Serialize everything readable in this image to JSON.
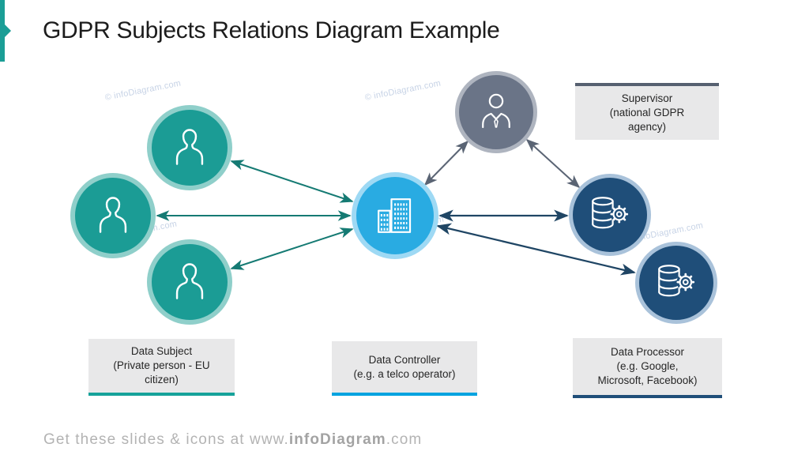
{
  "slide": {
    "title": "GDPR Subjects Relations Diagram Example"
  },
  "boxes": {
    "supervisor": {
      "text": "Supervisor\n(national GDPR\nagency)"
    },
    "data_subject": {
      "text": "Data Subject\n(Private person - EU\ncitizen)"
    },
    "data_controller": {
      "text": "Data Controller\n(e.g. a telco operator)"
    },
    "data_processor": {
      "text": "Data Processor\n(e.g. Google,\nMicrosoft, Facebook)"
    }
  },
  "nodes": {
    "data_subjects": {
      "count": 3,
      "icon": "person-icon",
      "fill": "#1b9c95",
      "ring": "#8fcfca"
    },
    "data_controller": {
      "icon": "building-icon",
      "fill": "#29abe2",
      "ring": "#9ed9f4"
    },
    "supervisor": {
      "icon": "manager-icon",
      "fill": "#6a7487",
      "ring": "#aeb4bf"
    },
    "data_processors": {
      "count": 2,
      "icon": "database-gear-icon",
      "fill": "#1f4e79",
      "ring": "#a9c2da"
    }
  },
  "relations": {
    "style": "double-headed arrows",
    "colors": {
      "subject_links": "#157a73",
      "supervisor_links": "#5a6474",
      "processor_links": "#1f4564"
    }
  },
  "watermark": {
    "text": "© infoDiagram.com"
  },
  "footer": {
    "prefix": "Get these slides & icons at www.",
    "brand": "infoDiagram",
    "suffix": ".com"
  },
  "accent": {
    "bar_color": "#1b9e96"
  }
}
